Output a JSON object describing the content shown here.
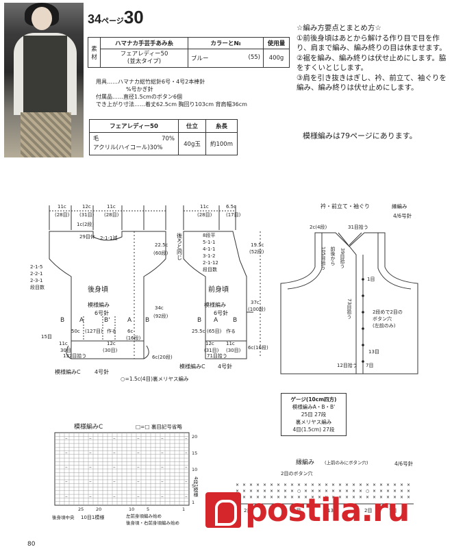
{
  "header": {
    "page_prefix": "34",
    "page_word": "ページ",
    "pattern_no": "30"
  },
  "materials_table": {
    "side_label": "素材",
    "col_yarn": "ハマナカ手芸手あみ糸",
    "col_color": "カラーと№",
    "col_amount": "使用量",
    "yarn": "フェアレディー50",
    "yarn_sub": "(並太タイプ)",
    "color": "ブルー",
    "color_no": "(55)",
    "amount": "400g"
  },
  "tools": {
    "line1": "用具……ハマナカ総竹総針6号・4号2本棒針",
    "line2": "%号かぎ針",
    "line3": "付属品……直径1.5cmのボタン6個",
    "line4": "でき上がり寸法……着丈62.5cm 胸回り103cm 背肩幅36cm"
  },
  "yarn_table": {
    "head1": "フェアレディー50",
    "head2": "仕立",
    "head3": "糸長",
    "fiber1": "毛",
    "fiber1_pct": "70%",
    "fiber2": "アクリル(ハイコール)",
    "fiber2_pct": "30%",
    "put_up": "40g玉",
    "length": "約100m"
  },
  "instructions": {
    "title": "☆編み方要点とまとめ方☆",
    "p1": "①前後身頃はあとから解ける作り目で目を作り、肩まで編み、編み終りの目は休ませます。",
    "p2": "②裾を編み、編み終りは伏せ止めにします。脇をすくいとじします。",
    "p3": "③肩を引き抜きはぎし、衿、前立て、袖ぐりを編み、編み終りは伏せ止めにします。"
  },
  "pattern_ref": "模様編みは79ページにあります。",
  "back": {
    "w1": "11c",
    "w1b": "(28目)",
    "w2": "12c",
    "w2b": "(31目)",
    "w3": "11c",
    "w3b": "(28目)",
    "neck": "1c(2段)",
    "neck2": "29目休",
    "dec": "2-1-1減",
    "arm": "2-1-5",
    "arm2": "2-2-1",
    "arm3": "2-3-1",
    "arm4": "段目数",
    "arm_h": "22.5c",
    "arm_h2": "(60段)",
    "body_h": "34c",
    "body_h2": "(92段)",
    "title": "後身頃",
    "stitch": "模様編み",
    "needle": "6号針",
    "a": "A",
    "b": "B",
    "bp": "B'",
    "width": "50c",
    "width2": "(127目)",
    "width3": "作る",
    "left": "15目",
    "side1": "11c",
    "side2": "12c",
    "side3": "30目",
    "side4": "(30目)",
    "side_h": "6c",
    "side_h2": "(16段)",
    "pick": "137目拾う",
    "hem": "模様編みC",
    "hem_needle": "4号針",
    "hem_h": "6c(20段)",
    "legend": "○=1.5c(4目)裏メリヤス編み"
  },
  "front": {
    "w1": "11c",
    "w1b": "(28目)",
    "w2": "6.5c",
    "w2b": "(17目)",
    "same": "後ろと同じ",
    "v1": "8段平",
    "v2": "5-1-1",
    "v3": "4-1-1",
    "v4": "3-1-2",
    "v5": "2-1-12",
    "v6": "段目数",
    "h1": "19.5c",
    "h1b": "(52段)",
    "h2": "37c",
    "h2b": "(100段)",
    "title": "前身頃",
    "stitch": "模様編み",
    "needle": "6号針",
    "width": "25.5c",
    "width2": "(65目)",
    "width3": "作る",
    "s1": "12c",
    "s2": "11c",
    "s3": "(30目)",
    "s4": "(31目)",
    "pick": "71目拾う",
    "hem": "模様編みC",
    "hem_needle": "4号針",
    "hem_h": "6c(16段)"
  },
  "collar": {
    "title": "衿・前立て・袖ぐり",
    "stitch": "縁編み",
    "needle": "4/6号針",
    "c1": "2c(4段)",
    "c2": "31目拾う",
    "c3": "105目拾う",
    "c4": "前後から",
    "c5": "39目拾う",
    "c6": "1目",
    "c7": "73目拾う",
    "btn1": "2段めで2目の",
    "btn2": "ボタン穴",
    "btn3": "(左前のみ)",
    "c8": "13目",
    "c9": "12目拾う",
    "c10": "7目"
  },
  "gauge": {
    "title": "ゲージ(10cm四方)",
    "l1": "模様編みA・B・B'",
    "l2": "25目 27段",
    "l3": "裏メリヤス編み",
    "l4": "4目(1.5cm) 27段"
  },
  "chart_c": {
    "title": "模様編みC",
    "legend": "□=□ 裏目記号省略",
    "rows": [
      "20",
      "15",
      "10",
      "5",
      "1"
    ],
    "cols": [
      "25",
      "20",
      "10",
      "5",
      "1"
    ],
    "note": "4段1模様",
    "center": "後身頃中央",
    "repeat": "10目1模様",
    "start1": "左前身頃編み始め",
    "start2": "後身頃・右前身頃編み始め"
  },
  "edge_chart": {
    "title": "縁編み",
    "sub": "(上前のみにボタン穴)",
    "needle": "4/6号針",
    "btn": "2目のボタン穴",
    "b1": "1目",
    "b2": "2目",
    "b3": "2目",
    "b4": "13目",
    "b5": "2目",
    "b6": "7目"
  },
  "page_number": "80",
  "brand": {
    "name": "postila.ru"
  }
}
